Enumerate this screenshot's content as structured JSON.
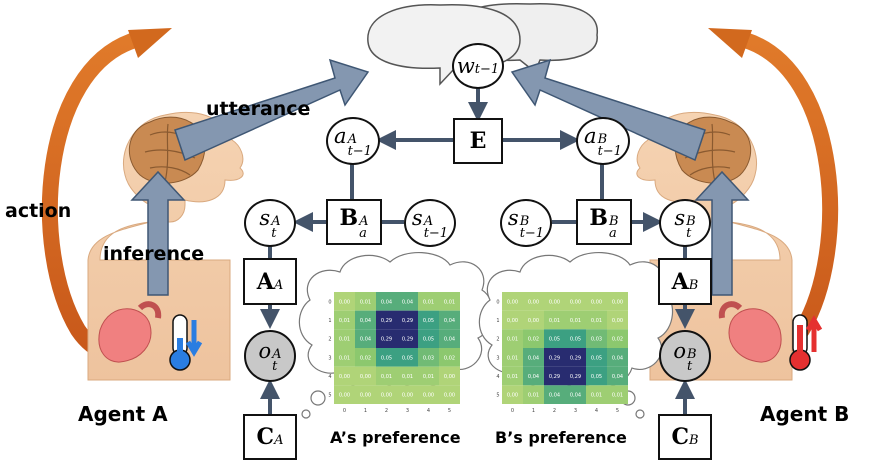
{
  "labels": {
    "utterance": "utterance",
    "action": "action",
    "inference": "inference",
    "agent_a": "Agent A",
    "agent_b": "Agent B",
    "pref_a": "A’s preference",
    "pref_b": "B’s preference"
  },
  "nodes": {
    "w": {
      "base": "w",
      "sub": "t−1"
    },
    "aA": {
      "base": "a",
      "sup": "A",
      "sub": "t−1"
    },
    "aB": {
      "base": "a",
      "sup": "B",
      "sub": "t−1"
    },
    "sA": {
      "base": "s",
      "sup": "A",
      "sub": "t"
    },
    "sA_prev": {
      "base": "s",
      "sup": "A",
      "sub": "t−1"
    },
    "sB": {
      "base": "s",
      "sup": "B",
      "sub": "t"
    },
    "sB_prev": {
      "base": "s",
      "sup": "B",
      "sub": "t−1"
    },
    "oA": {
      "base": "o",
      "sup": "A",
      "sub": "t"
    },
    "oB": {
      "base": "o",
      "sup": "B",
      "sub": "t"
    },
    "E": {
      "base": "E"
    },
    "BA": {
      "base": "B",
      "sup": "A",
      "sub": "a"
    },
    "BB": {
      "base": "B",
      "sup": "B",
      "sub": "a"
    },
    "AA": {
      "base": "A",
      "sup": "A"
    },
    "AB": {
      "base": "A",
      "sup": "B"
    },
    "CA": {
      "base": "C",
      "sup": "A"
    },
    "CB": {
      "base": "C",
      "sup": "B"
    }
  },
  "heatmap_a": {
    "ticks": [
      "0",
      "1",
      "2",
      "3",
      "4",
      "5"
    ],
    "values": [
      [
        "0,00",
        "0,01",
        "0,04",
        "0,04",
        "0,01",
        "0,01"
      ],
      [
        "0,01",
        "0,04",
        "0,29",
        "0,29",
        "0,05",
        "0,04"
      ],
      [
        "0,01",
        "0,04",
        "0,29",
        "0,29",
        "0,05",
        "0,04"
      ],
      [
        "0,01",
        "0,02",
        "0,05",
        "0,05",
        "0,03",
        "0,02"
      ],
      [
        "0,00",
        "0,00",
        "0,01",
        "0,01",
        "0,01",
        "0,00"
      ],
      [
        "0,00",
        "0,00",
        "0,00",
        "0,00",
        "0,00",
        "0,00"
      ]
    ]
  },
  "heatmap_b": {
    "ticks": [
      "0",
      "1",
      "2",
      "3",
      "4",
      "5"
    ],
    "values": [
      [
        "0,00",
        "0,00",
        "0,00",
        "0,00",
        "0,00",
        "0,00"
      ],
      [
        "0,00",
        "0,00",
        "0,01",
        "0,01",
        "0,01",
        "0,00"
      ],
      [
        "0,01",
        "0,02",
        "0,05",
        "0,05",
        "0,03",
        "0,02"
      ],
      [
        "0,01",
        "0,04",
        "0,29",
        "0,29",
        "0,05",
        "0,04"
      ],
      [
        "0,01",
        "0,04",
        "0,29",
        "0,29",
        "0,05",
        "0,04"
      ],
      [
        "0,00",
        "0,01",
        "0,04",
        "0,04",
        "0,01",
        "0,01"
      ]
    ]
  },
  "colors": {
    "arrow_fill": "#8497b0",
    "arrow_stroke": "#3f5774",
    "curve_arrow": "#d2691e",
    "edge": "#44546a",
    "obs_node": "#c8c8c8"
  }
}
